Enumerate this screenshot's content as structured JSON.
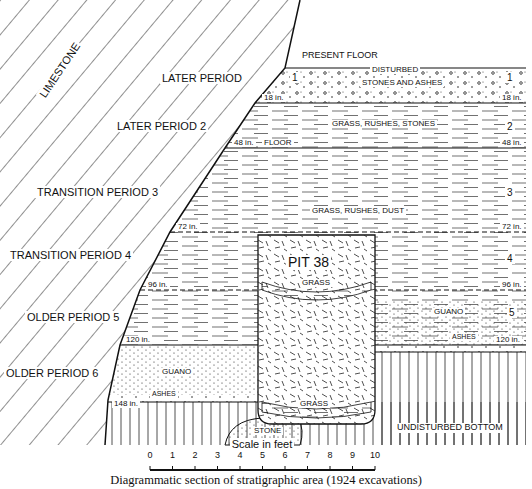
{
  "diagram": {
    "caption": "Diagrammatic section of stratigraphic area (1924 excavations)",
    "nodes": [
      {
        "text": [
          "PIT 38"
        ]
      }
    ],
    "labels": [
      "LIMESTONE",
      "LATER PERIOD",
      "1",
      "PRESENT FLOOR",
      "DISTURBED",
      "STONES AND ASHES",
      "1",
      "18 in.",
      "18 in.",
      "LATER PERIOD 2",
      "GRASS, RUSHES, STONES",
      "2",
      "48 in.",
      "FLOOR",
      "48 in.",
      "TRANSITION PERIOD 3",
      "3",
      "GRASS, RUSHES, DUST",
      "72 in.",
      "72 in.",
      "TRANSITION PERIOD 4",
      "4",
      "96 in.",
      "96 in.",
      "OLDER PERIOD 5",
      "GRASS",
      "GUANO",
      "5",
      "ASHES",
      "120 in.",
      "120 in.",
      "OLDER PERIOD 6",
      "GUANO",
      "ASHES",
      "148 in.",
      "GRASS",
      "STONE",
      "UNDISTURBED BOTTOM",
      "Scale in feet",
      "0",
      "1",
      "2",
      "3",
      "4",
      "5",
      "6",
      "7",
      "8",
      "9",
      "10"
    ]
  }
}
